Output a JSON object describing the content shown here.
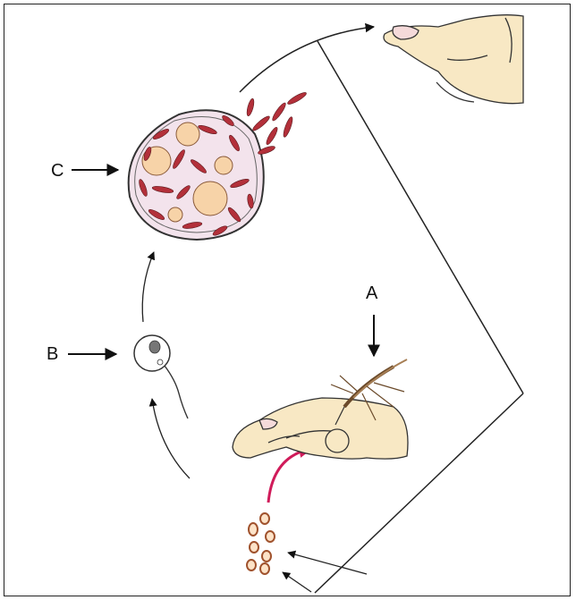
{
  "labels": {
    "a": "A",
    "b": "B",
    "c": "C"
  },
  "colors": {
    "parasite": "#b3303a",
    "sporozoite_arrow": "#d01b5a",
    "cyst_bg": "#f3e3ec",
    "skin": "#f8e8c4"
  }
}
